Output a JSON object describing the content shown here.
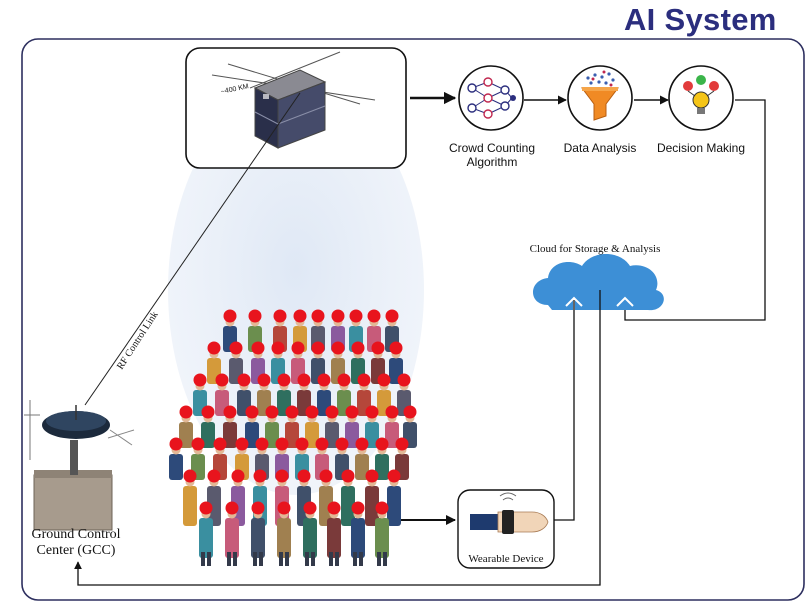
{
  "title": "AI System",
  "satellite": {
    "altitude_label": "~400 KM"
  },
  "rf_link_label": "RF Control Link",
  "pipeline": {
    "crowd_counting": "Crowd Counting Algorithm",
    "crowd_counting_l1": "Crowd Counting",
    "crowd_counting_l2": "Algorithm",
    "data_analysis": "Data Analysis",
    "decision_making": "Decision Making"
  },
  "cloud_label": "Cloud for Storage & Analysis",
  "wearable_label": "Wearable Device",
  "gcc": {
    "line1": "Ground Control",
    "line2": "Center (GCC)"
  },
  "colors": {
    "title": "#2b2e7e",
    "border": "#2d2f5f",
    "cloud": "#3d8fd6",
    "head_marker": "#e8141d",
    "beam": "#d9e5f4"
  }
}
